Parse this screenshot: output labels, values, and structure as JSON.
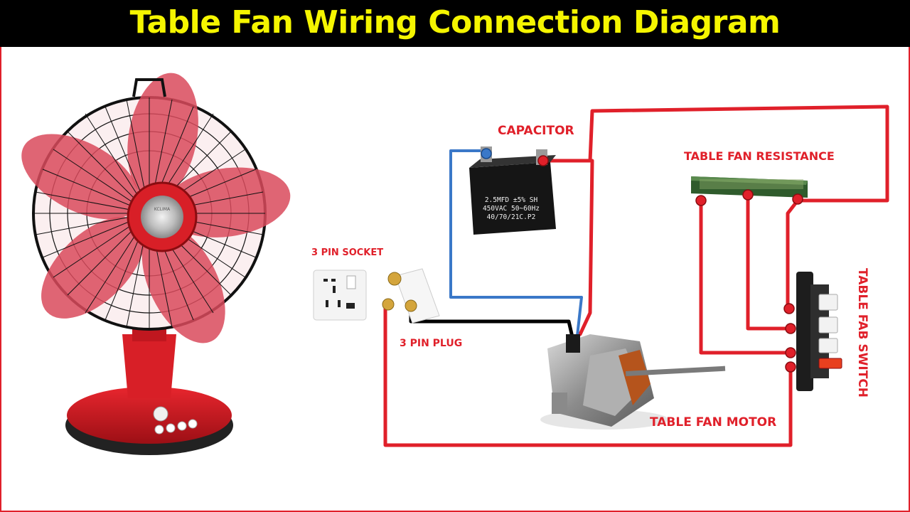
{
  "title": "Table Fan Wiring Connection Diagram",
  "labels": {
    "capacitor": "CAPACITOR",
    "resistance": "TABLE FAN RESISTANCE",
    "socket": "3 PIN SOCKET",
    "plug": "3 PIN PLUG",
    "motor": "TABLE FAN MOTOR",
    "switch": "TABLE FAB SWITCH"
  },
  "capacitor_rating": {
    "line1": "2.5MFD  ±5% SH",
    "line2": "450VAC 50~60Hz",
    "line3": "40/70/21C.P2"
  },
  "fan_brand": "KCLIMA",
  "colors": {
    "title_text": "#f5f500",
    "title_bg": "#000000",
    "wire_red": "#e0202a",
    "wire_blue": "#3a78c8",
    "wire_black": "#000000",
    "label": "#e0202a"
  }
}
